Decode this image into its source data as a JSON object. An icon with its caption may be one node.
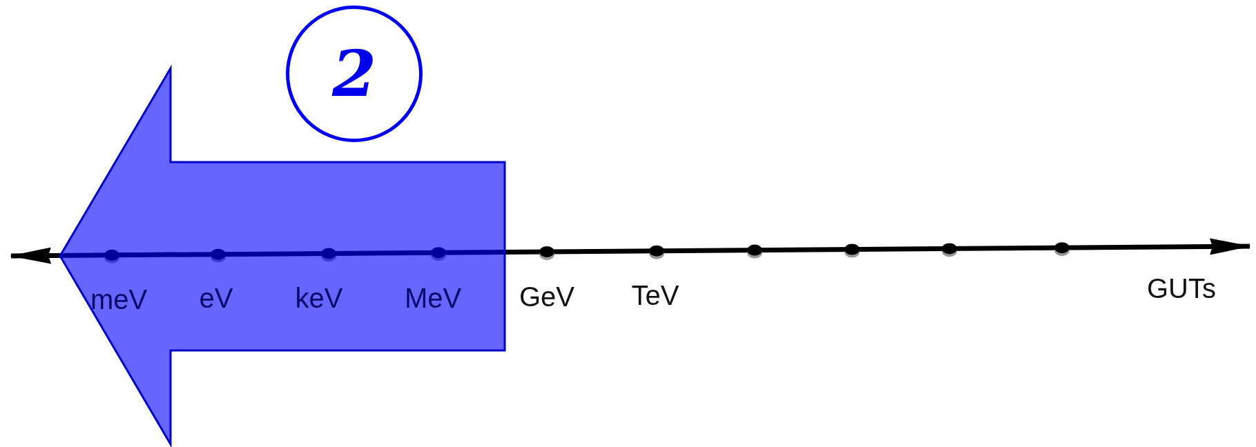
{
  "diagram": {
    "nodes": [
      {
        "text": [
          "2"
        ]
      }
    ],
    "labels": [
      "meV",
      "eV",
      "keV",
      "MeV",
      "GeV",
      "TeV",
      "GUTs"
    ]
  }
}
